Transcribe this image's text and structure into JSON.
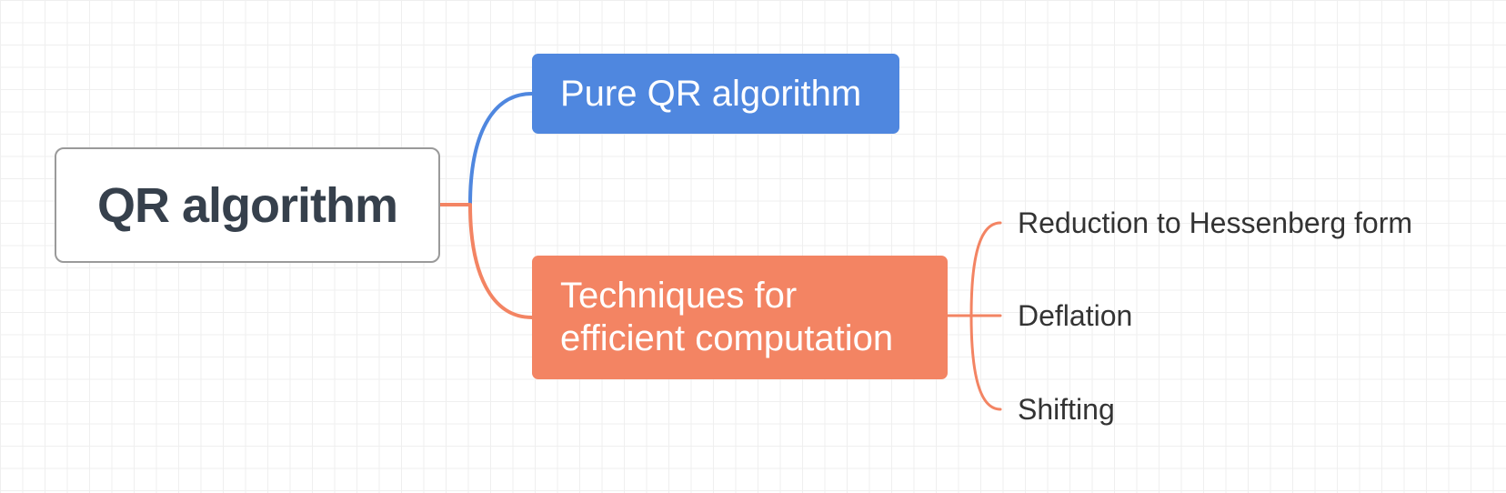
{
  "root": {
    "label": "QR algorithm"
  },
  "branches": [
    {
      "label": "Pure QR algorithm",
      "color": "#4f87df",
      "children": []
    },
    {
      "label_lines": [
        "Techniques for",
        "efficient computation"
      ],
      "color": "#f38463",
      "children": [
        {
          "label": "Reduction to Hessenberg form"
        },
        {
          "label": "Deflation"
        },
        {
          "label": "Shifting"
        }
      ]
    }
  ],
  "colors": {
    "root_border": "#9a9a9a",
    "root_text": "#36404c",
    "leaf_text": "#333333",
    "grid": "#efefef"
  }
}
